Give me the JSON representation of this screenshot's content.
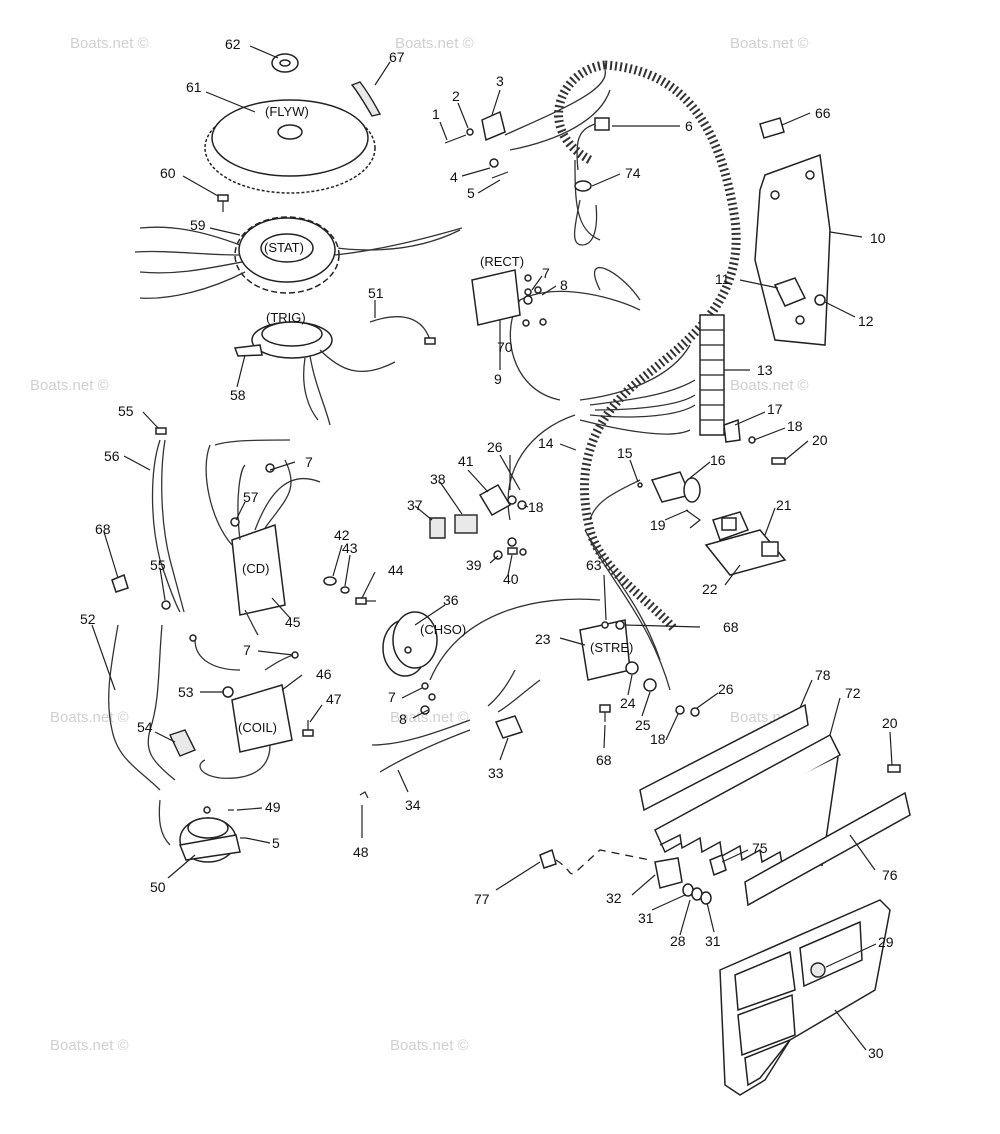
{
  "watermark": "Boats.net ©",
  "component_labels": {
    "flyw": "(FLYW)",
    "stat": "(STAT)",
    "trig": "(TRIG)",
    "rect": "(RECT)",
    "cd": "(CD)",
    "chso": "(CHSO)",
    "stre": "(STRE)",
    "coil": "(COIL)"
  },
  "callouts": [
    {
      "n": "1"
    },
    {
      "n": "2"
    },
    {
      "n": "3"
    },
    {
      "n": "4"
    },
    {
      "n": "5"
    },
    {
      "n": "6"
    },
    {
      "n": "74"
    },
    {
      "n": "66"
    },
    {
      "n": "10"
    },
    {
      "n": "11"
    },
    {
      "n": "12"
    },
    {
      "n": "62"
    },
    {
      "n": "67"
    },
    {
      "n": "61"
    },
    {
      "n": "60"
    },
    {
      "n": "59"
    },
    {
      "n": "51"
    },
    {
      "n": "58"
    },
    {
      "n": "7"
    },
    {
      "n": "8"
    },
    {
      "n": "70"
    },
    {
      "n": "9"
    },
    {
      "n": "13"
    },
    {
      "n": "17"
    },
    {
      "n": "18"
    },
    {
      "n": "20"
    },
    {
      "n": "55"
    },
    {
      "n": "56"
    },
    {
      "n": "7"
    },
    {
      "n": "57"
    },
    {
      "n": "45"
    },
    {
      "n": "26"
    },
    {
      "n": "14"
    },
    {
      "n": "41"
    },
    {
      "n": "38"
    },
    {
      "n": "37"
    },
    {
      "n": "18"
    },
    {
      "n": "15"
    },
    {
      "n": "16"
    },
    {
      "n": "19"
    },
    {
      "n": "21"
    },
    {
      "n": "22"
    },
    {
      "n": "68"
    },
    {
      "n": "55"
    },
    {
      "n": "42"
    },
    {
      "n": "43"
    },
    {
      "n": "44"
    },
    {
      "n": "39"
    },
    {
      "n": "40"
    },
    {
      "n": "52"
    },
    {
      "n": "36"
    },
    {
      "n": "63"
    },
    {
      "n": "68"
    },
    {
      "n": "23"
    },
    {
      "n": "7"
    },
    {
      "n": "53"
    },
    {
      "n": "46"
    },
    {
      "n": "47"
    },
    {
      "n": "7"
    },
    {
      "n": "8"
    },
    {
      "n": "24"
    },
    {
      "n": "25"
    },
    {
      "n": "18"
    },
    {
      "n": "26"
    },
    {
      "n": "78"
    },
    {
      "n": "72"
    },
    {
      "n": "20"
    },
    {
      "n": "54"
    },
    {
      "n": "68"
    },
    {
      "n": "33"
    },
    {
      "n": "34"
    },
    {
      "n": "49"
    },
    {
      "n": "5"
    },
    {
      "n": "48"
    },
    {
      "n": "50"
    },
    {
      "n": "75"
    },
    {
      "n": "76"
    },
    {
      "n": "77"
    },
    {
      "n": "32"
    },
    {
      "n": "31"
    },
    {
      "n": "28"
    },
    {
      "n": "31"
    },
    {
      "n": "29"
    },
    {
      "n": "30"
    }
  ]
}
